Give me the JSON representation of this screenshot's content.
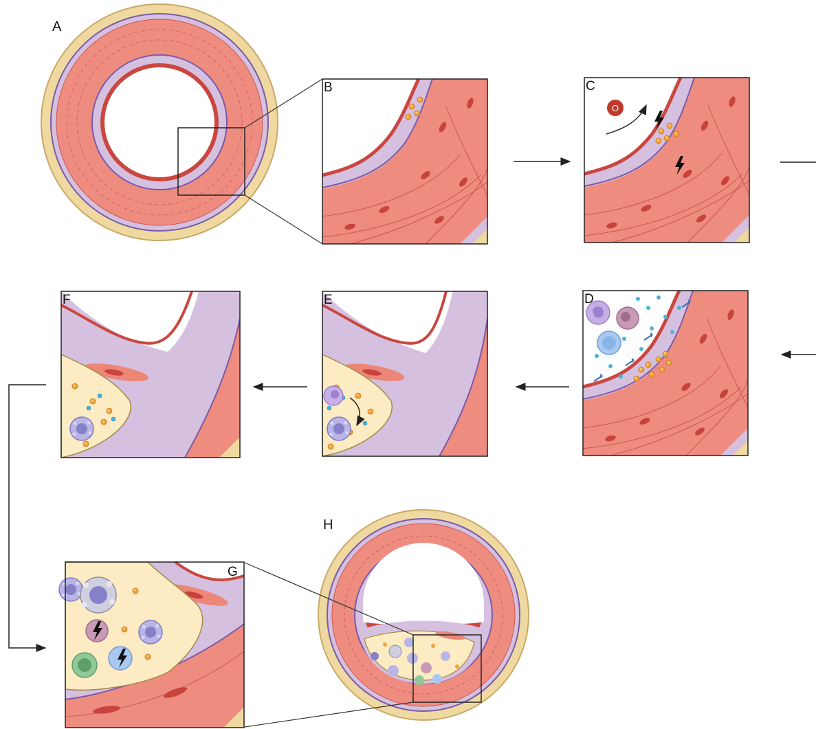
{
  "panels": {
    "a": {
      "label": "A"
    },
    "b": {
      "label": "B"
    },
    "c": {
      "label": "C"
    },
    "d": {
      "label": "D"
    },
    "e": {
      "label": "E"
    },
    "f": {
      "label": "F"
    },
    "g": {
      "label": "G"
    },
    "h": {
      "label": "H"
    }
  },
  "cell_marker": {
    "text": "O"
  },
  "colors": {
    "adventitia": "#f0d9a0",
    "media": "#ee8c80",
    "intima": "#d6c0df",
    "endothelium": "#d8625c",
    "plaque_core": "#fdebc3",
    "lipid": "#f2a33a",
    "cytokine": "#4db3d9",
    "arrow": "#222222"
  }
}
